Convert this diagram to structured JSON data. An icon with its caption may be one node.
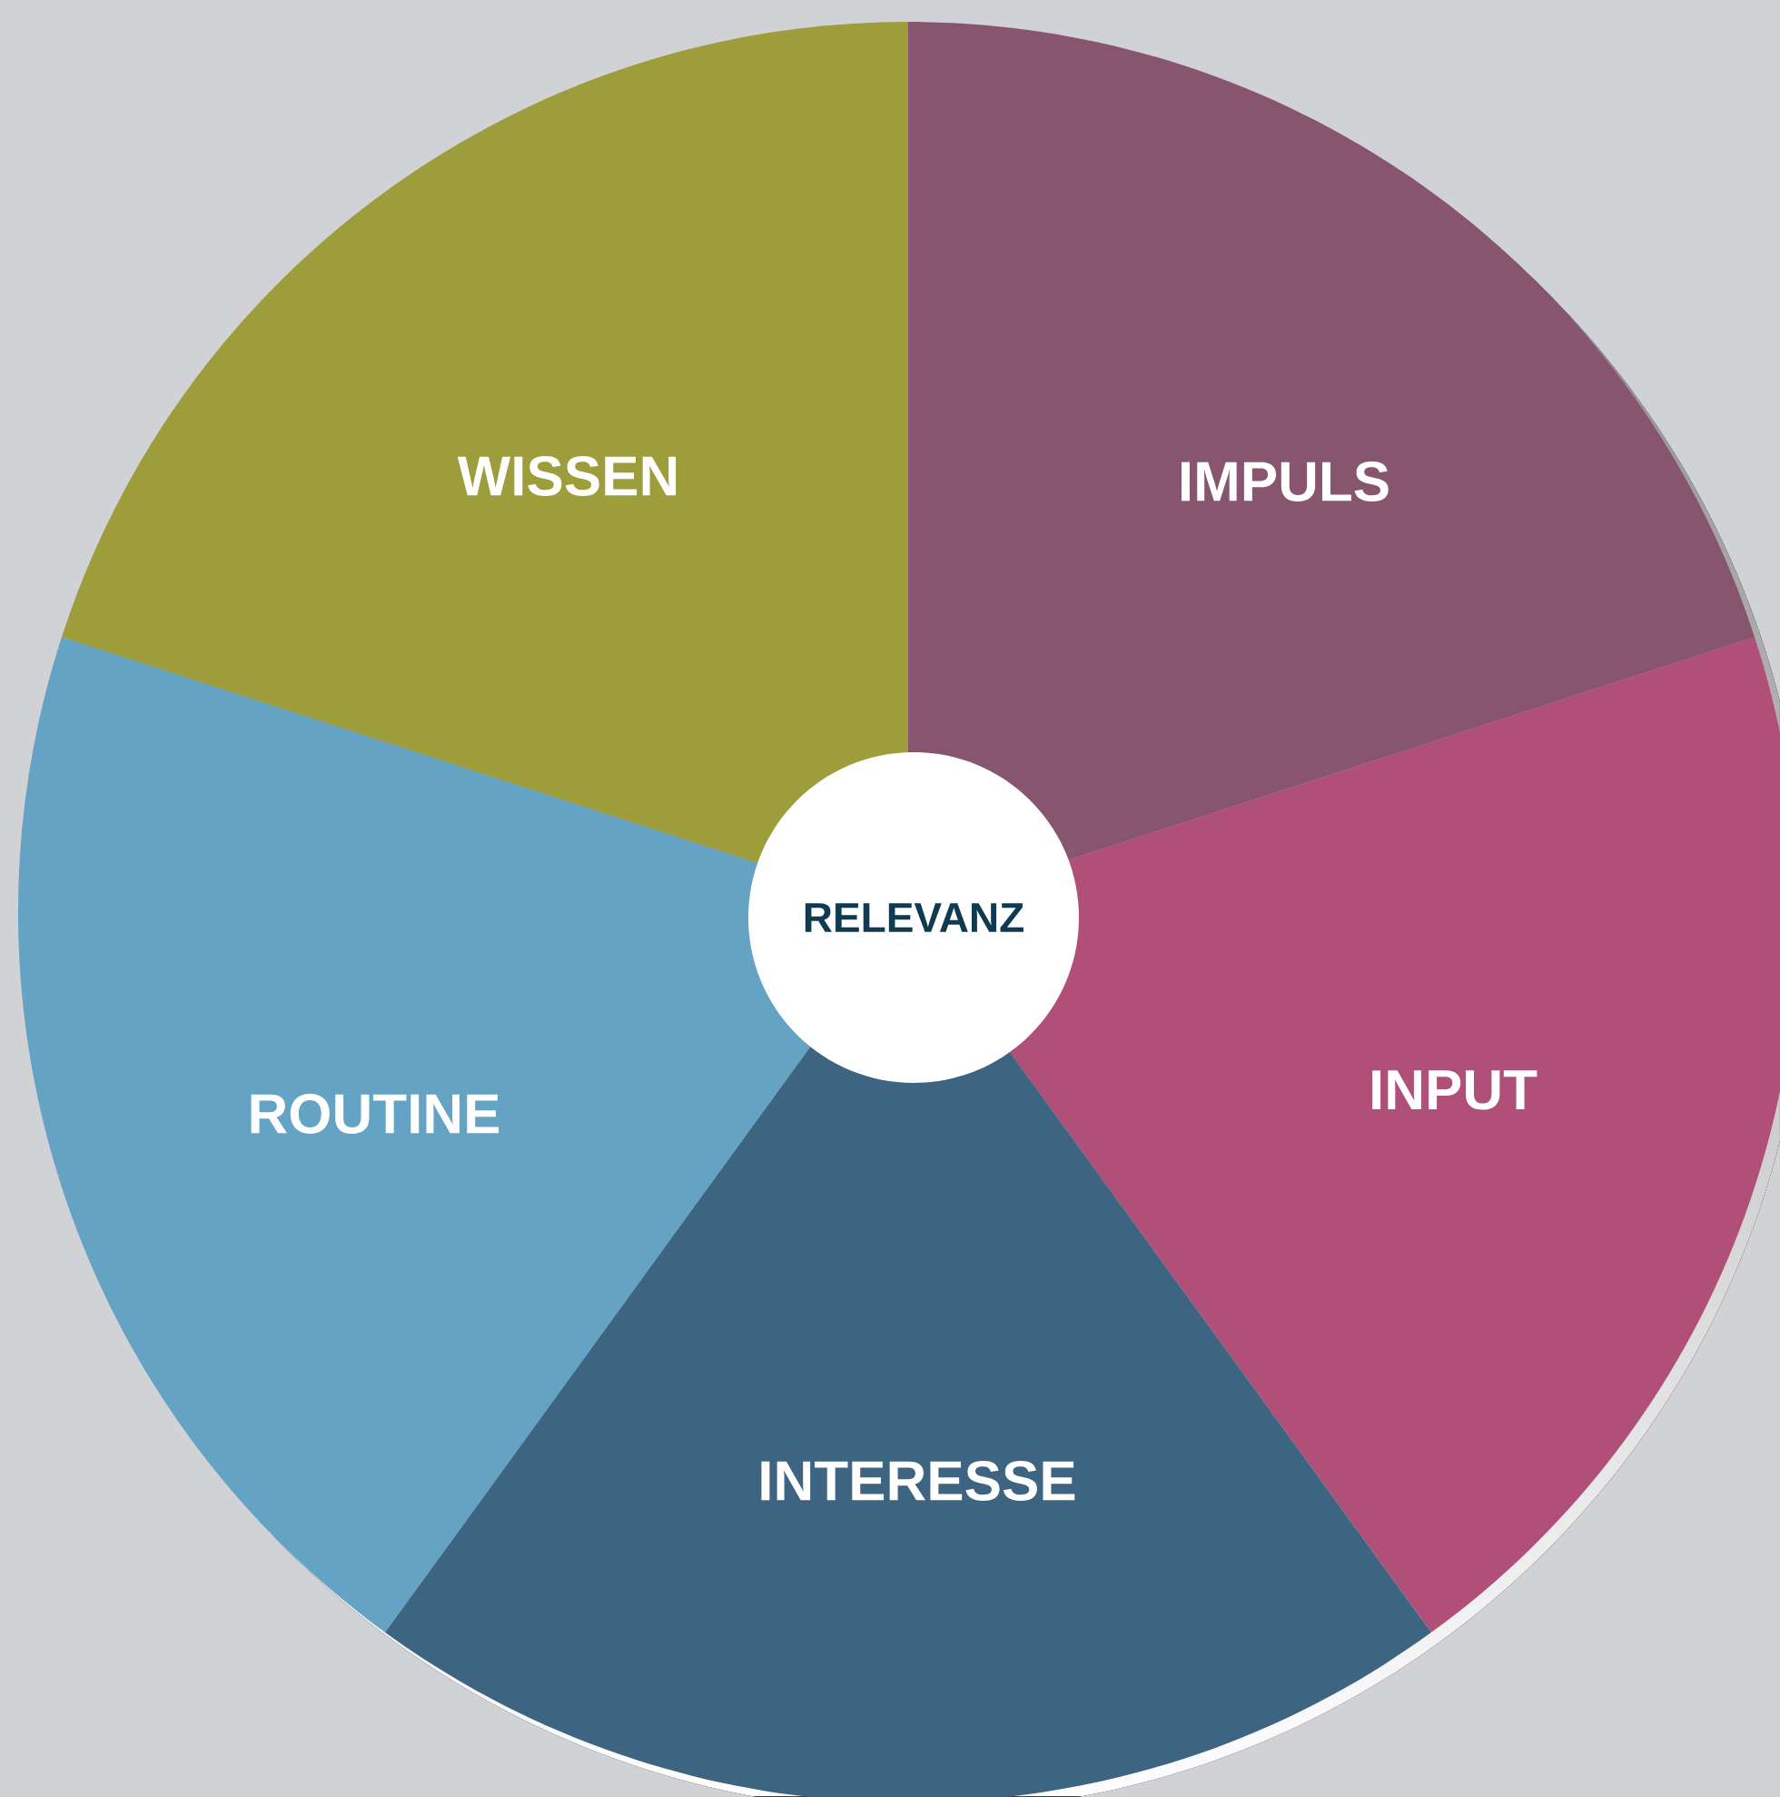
{
  "diagram": {
    "nodes": [
      {
        "text": [
          "WISSEN"
        ]
      },
      {
        "text": [
          "IMPULS"
        ]
      },
      {
        "text": [
          "RELEVANZ"
        ]
      },
      {
        "text": [
          "ROUTINE"
        ]
      },
      {
        "text": [
          "INPUT"
        ]
      },
      {
        "text": [
          "INTERESSE"
        ]
      }
    ]
  }
}
